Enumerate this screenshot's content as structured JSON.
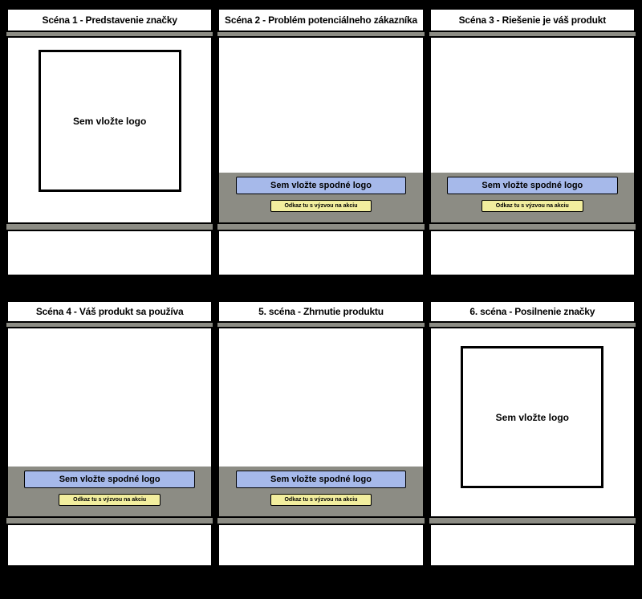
{
  "board": {
    "rows": 2,
    "cols": 3,
    "total_scenes": 6
  },
  "scenes": [
    {
      "title": "Scéna 1 - Predstavenie značky",
      "layout": "logo",
      "logo_label": "Sem vložte logo"
    },
    {
      "title": "Scéna 2 - Problém potenciálneho zákazníka",
      "layout": "footer",
      "footer_logo_label": "Sem vložte spodné logo",
      "cta_label": "Odkaz tu s výzvou na akciu"
    },
    {
      "title": "Scéna 3 - Riešenie je váš produkt",
      "layout": "footer",
      "footer_logo_label": "Sem vložte spodné logo",
      "cta_label": "Odkaz tu s výzvou na akciu"
    },
    {
      "title": "Scéna 4 - Váš produkt sa používa",
      "layout": "footer",
      "footer_logo_label": "Sem vložte spodné logo",
      "cta_label": "Odkaz tu s výzvou na akciu"
    },
    {
      "title": "5. scéna - Zhrnutie produktu",
      "layout": "footer",
      "footer_logo_label": "Sem vložte spodné logo",
      "cta_label": "Odkaz tu s výzvou na akciu"
    },
    {
      "title": "6. scéna - Posilnenie značky",
      "layout": "logo",
      "logo_label": "Sem vložte logo"
    }
  ],
  "colors": {
    "background": "#000000",
    "panel": "#ffffff",
    "band_gray": "#8c8c84",
    "bottom_logo_fill": "#a6b9ea",
    "cta_fill": "#f2ee9e",
    "border": "#000000"
  }
}
